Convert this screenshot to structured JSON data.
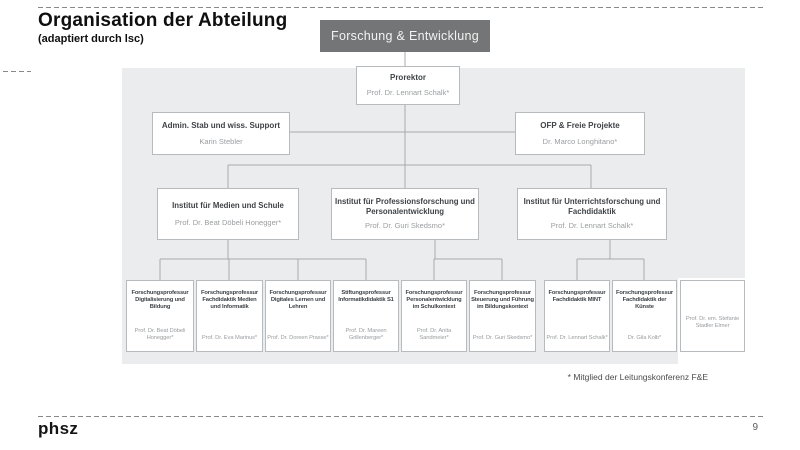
{
  "slide": {
    "title": "Organisation der Abteilung",
    "subtitle": "(adaptiert durch lsc)",
    "footnote": "* Mitglied der Leitungskonferenz F&E",
    "logo_text": "phsz",
    "page_number": "9"
  },
  "org_chart": {
    "root": {
      "label": "Forschung & Entwicklung"
    },
    "prorektor": {
      "title": "Prorektor",
      "name": "Prof. Dr. Lennart Schalk*"
    },
    "admin_staff": {
      "title": "Admin. Stab und wiss. Support",
      "name": "Karin Stebler"
    },
    "ofp_projects": {
      "title": "OFP & Freie Projekte",
      "name": "Dr. Marco Longhitano*"
    },
    "institutes": [
      {
        "title": "Institut für Medien und Schule",
        "name": "Prof. Dr. Beat Döbeli Honegger*"
      },
      {
        "title": "Institut für Professionsforschung und Personalentwicklung",
        "name": "Prof. Dr. Guri Skedsmo*"
      },
      {
        "title": "Institut für Unterrichtsforschung und Fachdidaktik",
        "name": "Prof. Dr. Lennart Schalk*"
      }
    ],
    "professorships": [
      {
        "title": "Forschungsprofessur Digitalisierung und Bildung",
        "name": "Prof. Dr. Beat Döbeli Honegger*"
      },
      {
        "title": "Forschungsprofessur Fachdidaktik Medien und Informatik",
        "name": "Prof. Dr. Eva Marinus*"
      },
      {
        "title": "Forschungsprofessur Digitales Lernen und Lehren",
        "name": "Prof. Dr. Doreen Prasse*"
      },
      {
        "title": "Stiftungsprofessur Informatikdidaktik S1",
        "name": "Prof. Dr. Mareen Grillenberger*"
      },
      {
        "title": "Forschungsprofessur Personalentwicklung im Schulkontext",
        "name": "Prof. Dr. Anita Sandmeier*"
      },
      {
        "title": "Forschungsprofessur Steuerung und Führung im Bildungskontext",
        "name": "Prof. Dr. Guri Skedsmo*"
      },
      {
        "title": "Forschungsprofessur Fachdidaktik MINT",
        "name": "Prof. Dr. Lennart Schalk*"
      },
      {
        "title": "Forschungsprofessur Fachdidaktik der Künste",
        "name": "Dr. Gila Kolb*"
      },
      {
        "title": "",
        "name": "Prof. Dr. em. Stefanie Stadler Elmer"
      }
    ]
  },
  "colors": {
    "accent_box": "#737577",
    "panel_background": "#ebeced",
    "box_border": "#b8bbbd",
    "connector": "#a7abad"
  }
}
